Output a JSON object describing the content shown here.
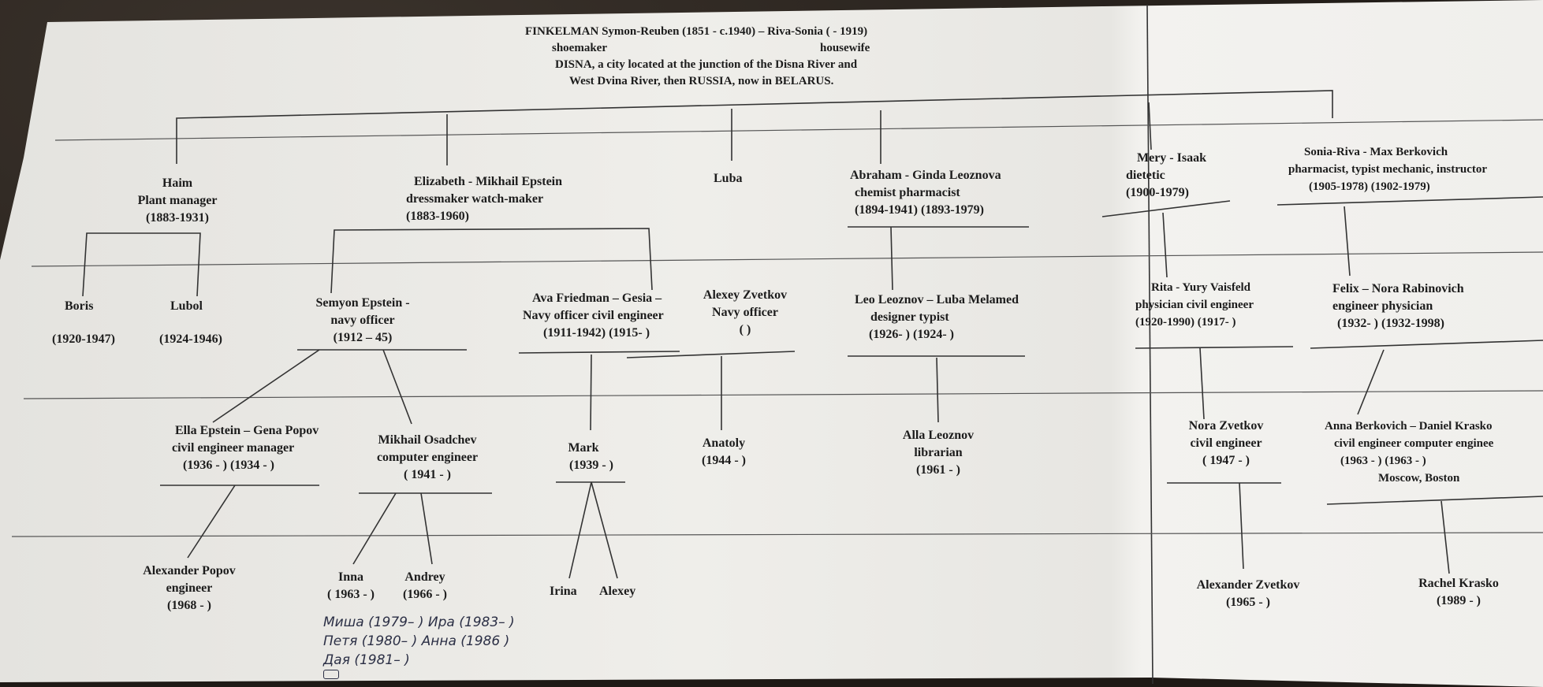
{
  "header": {
    "line1": "FINKELMAN Symon-Reuben (1851 - c.1940) – Riva-Sonia (  - 1919)",
    "occupation_left": "shoemaker",
    "occupation_right": "housewife",
    "line3": "DISNA, a city located  at the junction of the Disna River and",
    "line4": "West Dvina River, then RUSSIA, now in BELARUS."
  },
  "generation2": {
    "haim": {
      "name": "Haim",
      "occupation": "Plant manager",
      "dates": "(1883-1931)"
    },
    "elizabeth": {
      "names": "Elizabeth - Mikhail Epstein",
      "occupations": "dressmaker    watch-maker",
      "dates": "(1883-1960)"
    },
    "luba": {
      "name": "Luba"
    },
    "abraham": {
      "names": "Abraham -  Ginda Leoznova",
      "occupations": "chemist       pharmacist",
      "dates": "(1894-1941)         (1893-1979)"
    },
    "mery": {
      "names": "Mery  -  Isaak",
      "occupation": "dietetic",
      "dates": "(1900-1979)"
    },
    "sonia": {
      "names": "Sonia-Riva   -   Max Berkovich",
      "occupations": "pharmacist, typist  mechanic, instructor",
      "dates": "(1905-1978)                 (1902-1979)"
    }
  },
  "generation3": {
    "boris": {
      "name": "Boris",
      "dates": "(1920-1947)"
    },
    "lubol": {
      "name": "Lubol",
      "dates": "(1924-1946)"
    },
    "semyon": {
      "name": "Semyon Epstein -",
      "occupation": "navy officer",
      "dates": "(1912 – 45)"
    },
    "ava": {
      "names": "Ava Friedman – Gesia   –",
      "occupations": "Navy officer   civil engineer",
      "dates": "(1911-1942)    (1915-   )"
    },
    "alexey": {
      "name": "Alexey Zvetkov",
      "occupation": "Navy officer",
      "dates": "(                )"
    },
    "leo": {
      "names": "Leo Leoznov – Luba Melamed",
      "occupations": "designer         typist",
      "dates": "(1926-  )          (1924-  )"
    },
    "rita": {
      "names": "Rita - Yury Vaisfeld",
      "occupations": "physician  civil engineer",
      "dates": "(1920-1990)  (1917- )"
    },
    "felix": {
      "names": "Felix   – Nora Rabinovich",
      "occupations": "engineer       physician",
      "dates": "(1932-  )     (1932-1998)"
    }
  },
  "generation4": {
    "ella": {
      "names": "Ella Epstein – Gena Popov",
      "occupations": "civil engineer      manager",
      "dates": "(1936 - )           (1934 - )"
    },
    "mikhail": {
      "name": "Mikhail Osadchev",
      "occupation": "computer engineer",
      "dates": "( 1941 - )"
    },
    "mark": {
      "name": "Mark",
      "dates": "(1939 - )"
    },
    "anatoly": {
      "name": "Anatoly",
      "dates": "(1944 - )"
    },
    "alla": {
      "name": "Alla Leoznov",
      "occupation": "librarian",
      "dates": "(1961 - )"
    },
    "nora": {
      "name": "Nora Zvetkov",
      "occupation": "civil engineer",
      "dates": "( 1947 -  )"
    },
    "anna": {
      "names": "Anna Berkovich – Daniel Krasko",
      "occupations": "civil engineer      computer enginee",
      "dates": "(1963 - )                (1963 - )",
      "location": "Moscow, Boston"
    }
  },
  "generation5": {
    "alexander_popov": {
      "name": "Alexander Popov",
      "occupation": "engineer",
      "dates": "(1968 - )"
    },
    "inna": {
      "name": "Inna",
      "dates": "( 1963 - )"
    },
    "andrey": {
      "name": "Andrey",
      "dates": "(1966 - )"
    },
    "irina": {
      "name": "Irina"
    },
    "alexey_m": {
      "name": "Alexey"
    },
    "alexander_zvetkov": {
      "name": "Alexander Zvetkov",
      "dates": "(1965 - )"
    },
    "rachel": {
      "name": "Rachel Krasko",
      "dates": "(1989 - )"
    }
  },
  "handwritten": {
    "line1": "Миша (1979– )  Ира (1983– )",
    "line2": "Петя (1980– ) Анна (1986 )",
    "line3": "Дая (1981– )"
  },
  "colors": {
    "paper": "#ecebe8",
    "paper_shadow": "#d9d8d4",
    "ink": "#1c1c1c",
    "background": "#2a2420"
  }
}
